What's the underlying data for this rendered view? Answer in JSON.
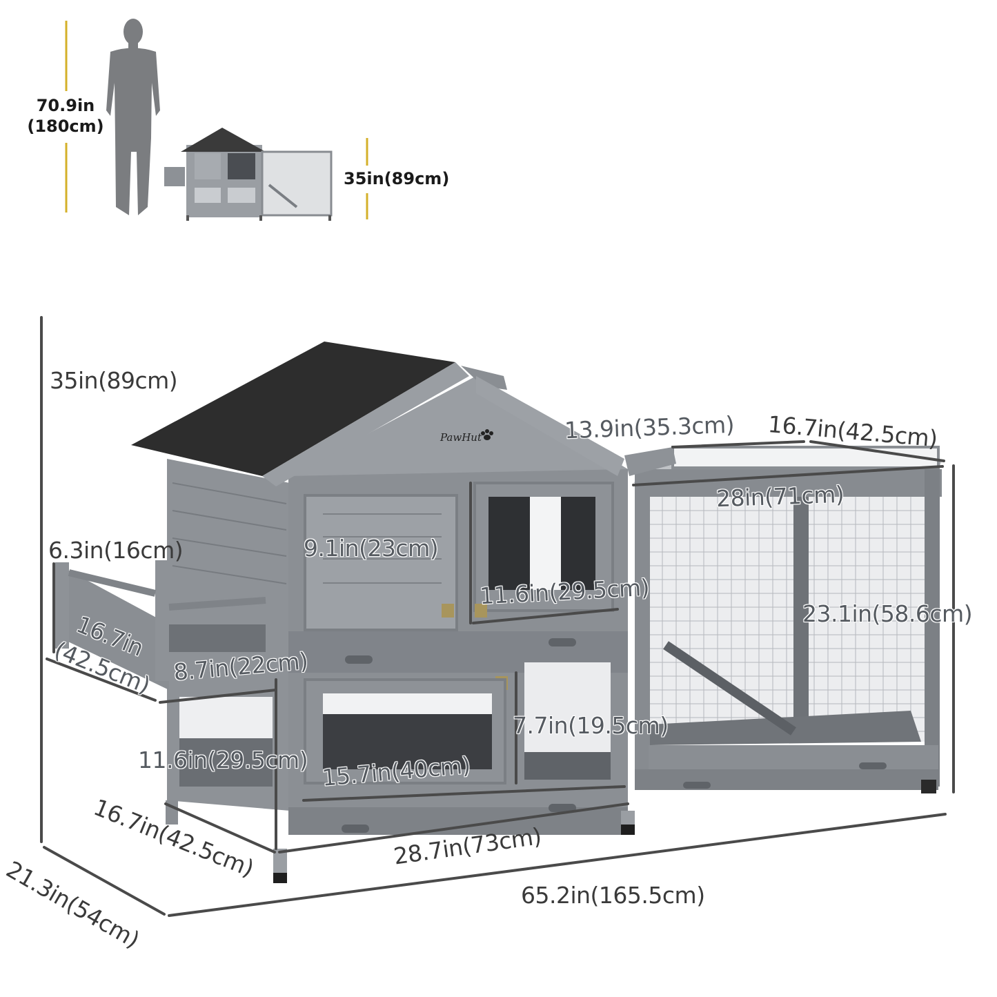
{
  "brand": {
    "logo_text": "PawHut"
  },
  "scale_comparison": {
    "person_height": {
      "line1": "70.9in",
      "line2": "(180cm)"
    },
    "hutch_height": "35in(89cm)",
    "accent_color": "#d4b02a"
  },
  "dimensions": {
    "overall_height": "35in(89cm)",
    "roof_extension": "13.9in(35.3cm)",
    "run_depth_top": "16.7in(42.5cm)",
    "run_width": "28in(71cm)",
    "balcony_height": "6.3in(16cm)",
    "upper_door_width": "9.1in(23cm)",
    "upper_window_height": "11.6in(29.5cm)",
    "run_height": "23.1in(58.6cm)",
    "balcony_depth_line1": "16.7in",
    "balcony_depth_line2": "(42.5cm)",
    "balcony_width": "8.7in(22cm)",
    "lower_door_height": "7.7in(19.5cm)",
    "lower_side_height": "11.6in(29.5cm)",
    "lower_door_width": "15.7in(40cm)",
    "hutch_depth": "16.7in(42.5cm)",
    "hutch_width": "28.7in(73cm)",
    "overall_depth": "21.3in(54cm)",
    "overall_width": "65.2in(165.5cm)"
  },
  "colors": {
    "wood": "#8a8e93",
    "wood_light": "#a4a8ad",
    "wood_dark": "#6c7075",
    "roof": "#2c2c2c",
    "dim_line": "#4a4a4a"
  }
}
